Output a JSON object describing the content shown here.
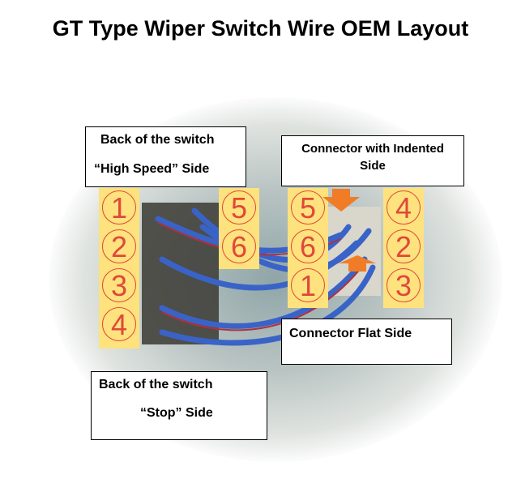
{
  "title": "GT Type Wiper Switch Wire OEM Layout",
  "labels": {
    "high_speed_line1": "Back of the switch",
    "high_speed_line2": "“High Speed” Side",
    "indented_line1": "Connector with Indented",
    "indented_line2": "Side",
    "flat": "Connector Flat Side",
    "stop_line1": "Back of the switch",
    "stop_line2": "“Stop” Side"
  },
  "columns": {
    "switch_left": [
      "1",
      "2",
      "3",
      "4"
    ],
    "switch_right": [
      "5",
      "6"
    ],
    "connector_left": [
      "5",
      "6",
      "1"
    ],
    "connector_right": [
      "4",
      "2",
      "3"
    ]
  },
  "colors": {
    "label_bg": "#fde27e",
    "number": "#e0483a",
    "arrow": "#f07c28",
    "wire": "#3a63c8"
  }
}
